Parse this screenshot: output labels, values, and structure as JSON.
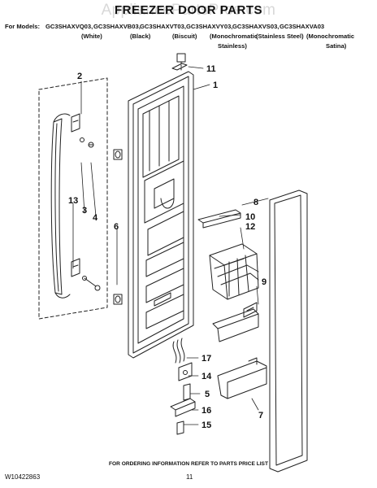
{
  "watermark": "AppliancePartsPros.com",
  "title": "FREEZER DOOR PARTS",
  "models_prefix": "For Models:",
  "models": [
    {
      "code": "GC3SHAXVQ03,",
      "variant": "(White)"
    },
    {
      "code": "GC3SHAXVB03,",
      "variant": "(Black)"
    },
    {
      "code": "GC3SHAXVT03,",
      "variant": "(Biscuit)"
    },
    {
      "code": "GC3SHAXVY03,",
      "variant": "(Monochromatic"
    },
    {
      "code": "GC3SHAXVS03,",
      "variant": "(Stainless Steel)"
    },
    {
      "code": "GC3SHAXVA03",
      "variant": "(Monochromatic"
    }
  ],
  "variant_line2": [
    "Stainless)",
    "Satina)"
  ],
  "callouts": [
    "11",
    "1",
    "2",
    "8",
    "10",
    "12",
    "13",
    "3",
    "4",
    "6",
    "9",
    "17",
    "14",
    "5",
    "16",
    "15",
    "7"
  ],
  "footer": {
    "order_note": "FOR ORDERING INFORMATION REFER TO PARTS PRICE LIST",
    "doc_number": "W10422863",
    "page_number": "11"
  }
}
